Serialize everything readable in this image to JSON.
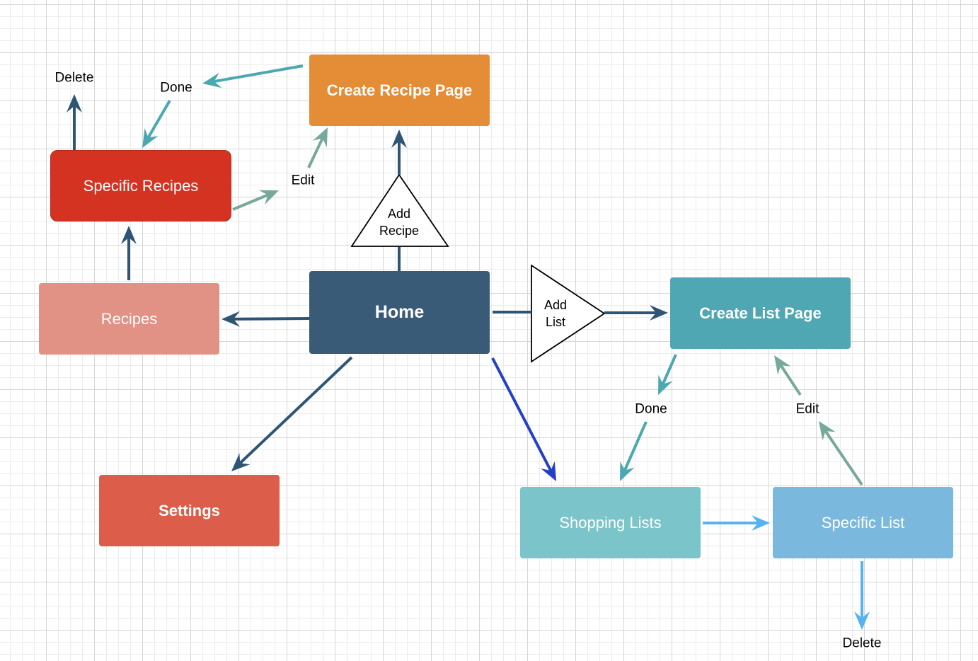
{
  "nodes": {
    "home": "Home",
    "recipes": "Recipes",
    "specific_recipes": "Specific Recipes",
    "create_recipe_page": "Create Recipe Page",
    "settings": "Settings",
    "create_list_page": "Create List Page",
    "shopping_lists": "Shopping Lists",
    "specific_list": "Specific List"
  },
  "triangles": {
    "add_recipe": [
      "Add",
      "Recipe"
    ],
    "add_list": [
      "Add",
      "List"
    ]
  },
  "labels": {
    "recipe_delete": "Delete",
    "recipe_done": "Done",
    "recipe_edit": "Edit",
    "list_done": "Done",
    "list_edit": "Edit",
    "list_delete": "Delete"
  },
  "colors": {
    "home": "#3a5b78",
    "recipes": "#e29185",
    "specific_recipes": "#d43322",
    "create_recipe_page": "#e58c36",
    "settings": "#dc5d4a",
    "create_list_page": "#4fa7b3",
    "shopping_lists": "#7bc4c9",
    "specific_list": "#7bb8de",
    "arrow_dark": "#2f5574",
    "arrow_teal": "#4aa8b0",
    "arrow_sage": "#76a99b",
    "arrow_blue": "#2340c8",
    "arrow_light_blue": "#56b2f0"
  }
}
